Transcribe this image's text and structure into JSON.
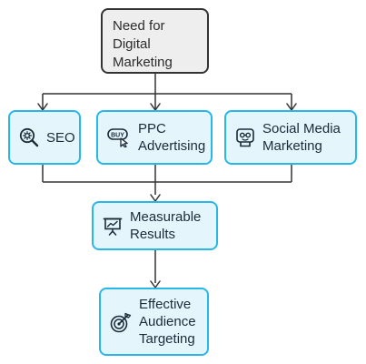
{
  "diagram": {
    "root": {
      "lines": [
        "Need for",
        "Digital",
        "Marketing"
      ]
    },
    "channels": [
      {
        "id": "seo",
        "lines": [
          "SEO"
        ],
        "icon": "seo-search-icon"
      },
      {
        "id": "ppc",
        "lines": [
          "PPC",
          "Advertising"
        ],
        "icon": "buy-click-icon"
      },
      {
        "id": "social",
        "lines": [
          "Social Media",
          "Marketing"
        ],
        "icon": "social-face-icon"
      }
    ],
    "results": {
      "lines": [
        "Measurable",
        "Results"
      ],
      "icon": "presentation-chart-icon"
    },
    "outcome": {
      "lines": [
        "Effective",
        "Audience",
        "Targeting"
      ],
      "icon": "target-arrow-icon"
    },
    "colors": {
      "root_fill": "#eeeeee",
      "root_border": "#333333",
      "node_fill": "#e4f6fc",
      "node_border": "#29b6e8",
      "connector": "#333333"
    }
  }
}
